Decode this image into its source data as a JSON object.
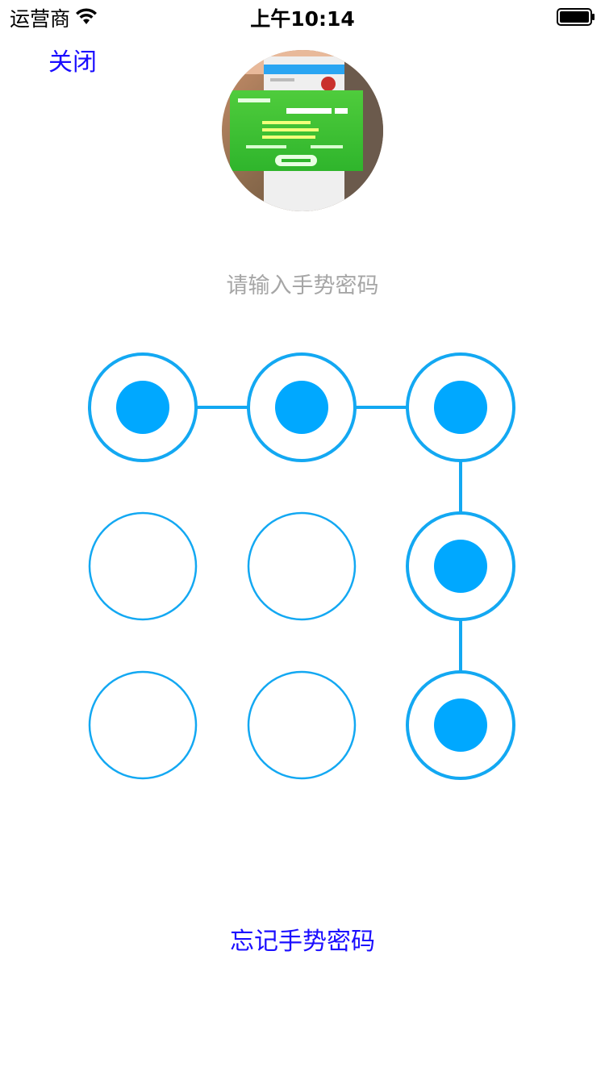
{
  "status_bar": {
    "carrier": "运营商",
    "time": "上午10:14",
    "wifi_icon": "wifi-icon",
    "battery_icon": "battery-icon"
  },
  "header": {
    "close_label": "关闭"
  },
  "avatar": {
    "icon": "avatar"
  },
  "prompt": {
    "text": "请输入手势密码"
  },
  "gesture": {
    "rows": 3,
    "cols": 3,
    "selected_sequence": [
      0,
      1,
      2,
      5,
      8
    ],
    "accent_color": "#00a8ff",
    "ring_color": "#13a8f2"
  },
  "footer": {
    "forgot_label": "忘记手势密码"
  }
}
